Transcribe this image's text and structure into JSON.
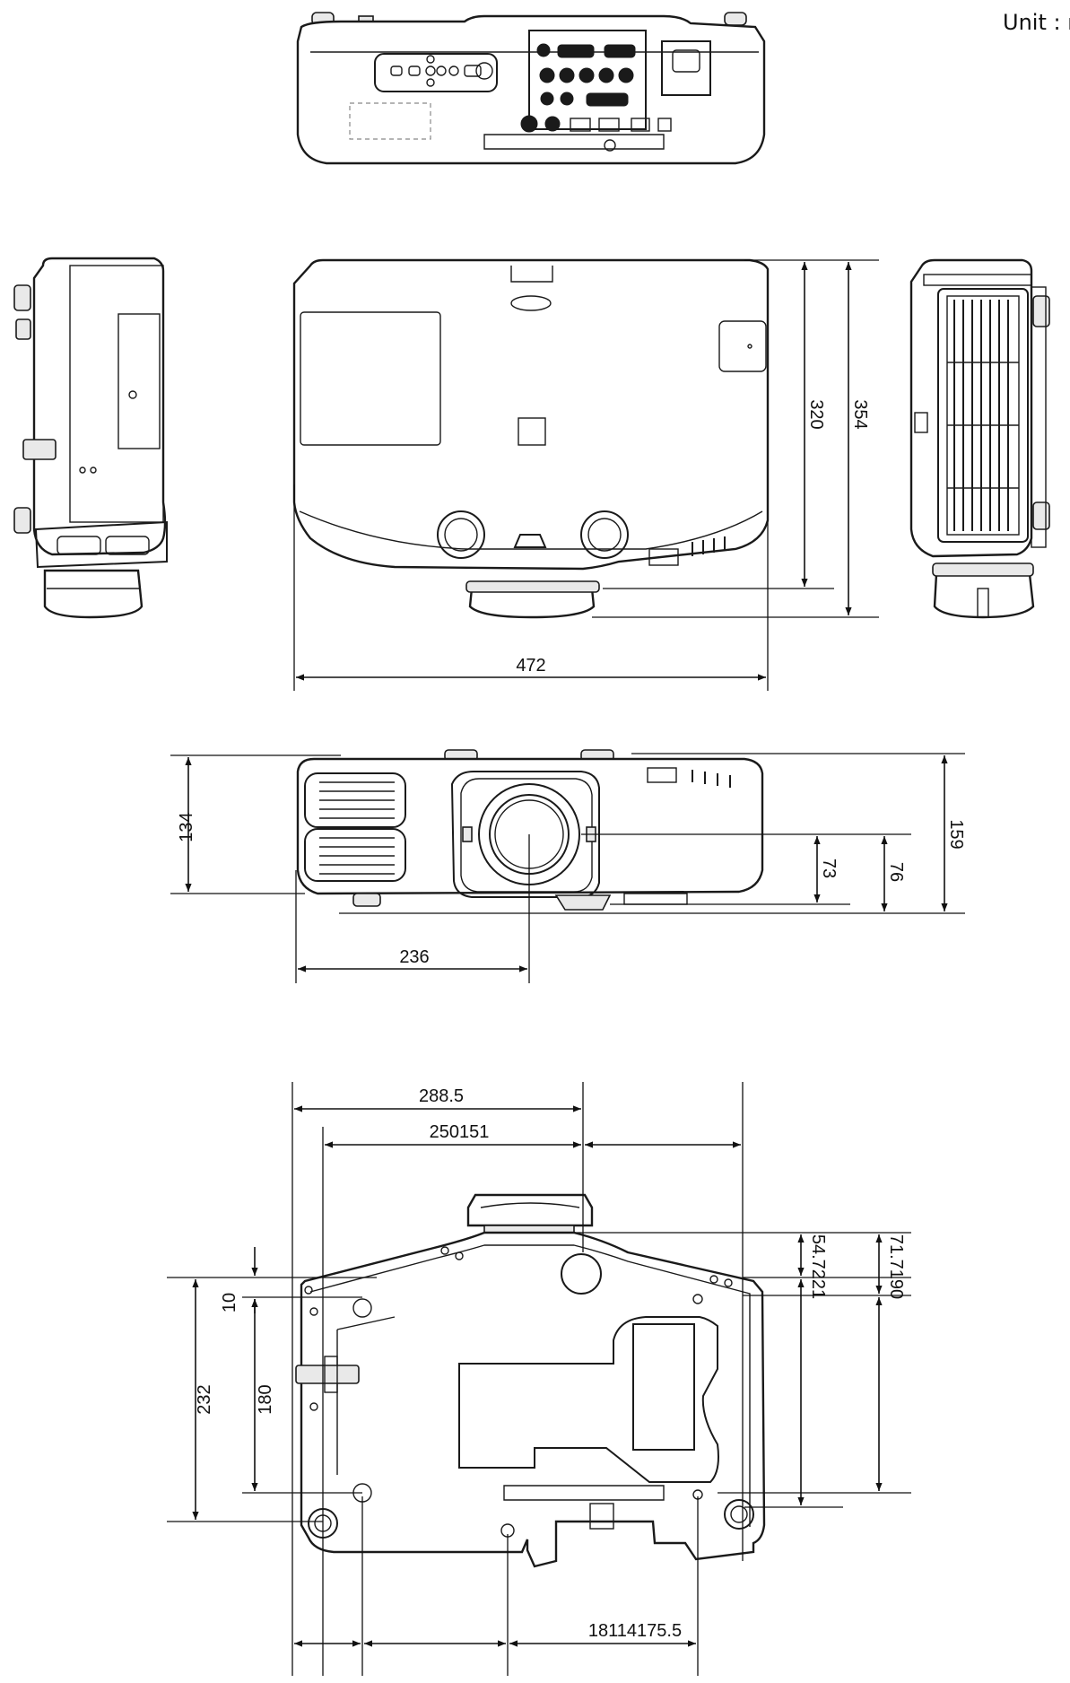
{
  "unit_label": "Unit : r",
  "views": {
    "rear": {
      "dimensions": {}
    },
    "top": {
      "dimensions": {
        "width": "472",
        "depth_body": "320",
        "depth_total": "354"
      }
    },
    "front": {
      "dimensions": {
        "height_body": "134",
        "height_total": "159",
        "lens_center_height_a": "73",
        "lens_center_height_b": "76",
        "lens_center_offset": "236"
      }
    },
    "bottom": {
      "dimensions": {
        "offset_top_outer": "288.5",
        "offset_top_inner": "250151",
        "right_upper": "54.7221",
        "right_outer": "71.7190",
        "left_small": "10",
        "left_inner": "180",
        "left_outer": "232",
        "bottom_chain": "18114175.5"
      }
    }
  }
}
